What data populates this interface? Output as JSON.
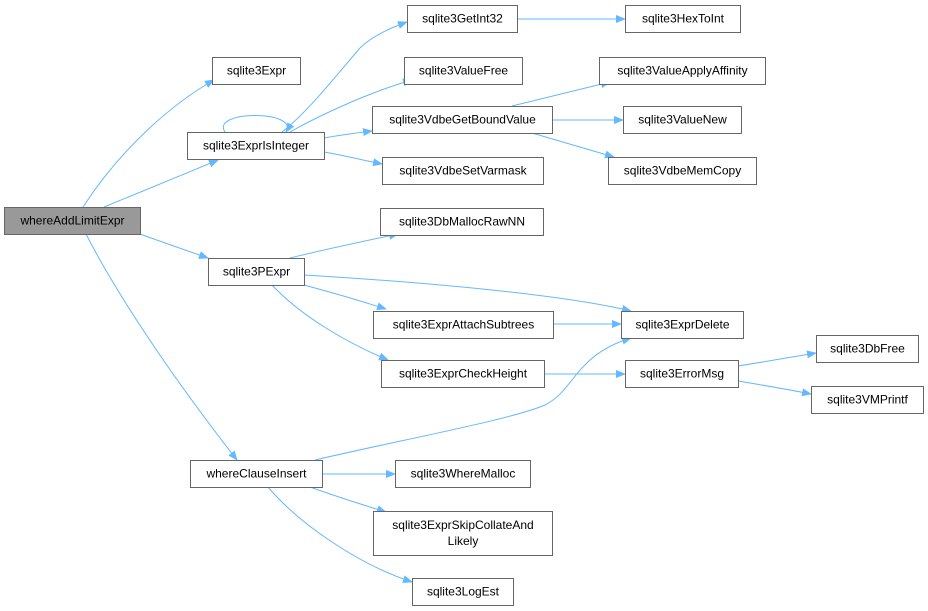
{
  "graph": {
    "colors": {
      "edge": "#63b8ff",
      "node_fill": "#ffffff",
      "node_border": "#666666",
      "root_fill": "#999999"
    },
    "nodes": [
      {
        "id": "whereAddLimitExpr",
        "lines": [
          "whereAddLimitExpr"
        ],
        "root": true
      },
      {
        "id": "sqlite3Expr",
        "lines": [
          "sqlite3Expr"
        ]
      },
      {
        "id": "sqlite3ExprIsInteger",
        "lines": [
          "sqlite3ExprIsInteger"
        ]
      },
      {
        "id": "sqlite3PExpr",
        "lines": [
          "sqlite3PExpr"
        ]
      },
      {
        "id": "whereClauseInsert",
        "lines": [
          "whereClauseInsert"
        ]
      },
      {
        "id": "sqlite3GetInt32",
        "lines": [
          "sqlite3GetInt32"
        ]
      },
      {
        "id": "sqlite3HexToInt",
        "lines": [
          "sqlite3HexToInt"
        ]
      },
      {
        "id": "sqlite3ValueFree",
        "lines": [
          "sqlite3ValueFree"
        ]
      },
      {
        "id": "sqlite3VdbeGetBoundValue",
        "lines": [
          "sqlite3VdbeGetBoundValue"
        ]
      },
      {
        "id": "sqlite3ValueApplyAffinity",
        "lines": [
          "sqlite3ValueApplyAffinity"
        ]
      },
      {
        "id": "sqlite3ValueNew",
        "lines": [
          "sqlite3ValueNew"
        ]
      },
      {
        "id": "sqlite3VdbeMemCopy",
        "lines": [
          "sqlite3VdbeMemCopy"
        ]
      },
      {
        "id": "sqlite3VdbeSetVarmask",
        "lines": [
          "sqlite3VdbeSetVarmask"
        ]
      },
      {
        "id": "sqlite3DbMallocRawNN",
        "lines": [
          "sqlite3DbMallocRawNN"
        ]
      },
      {
        "id": "sqlite3ExprDelete",
        "lines": [
          "sqlite3ExprDelete"
        ]
      },
      {
        "id": "sqlite3ExprAttachSubtrees",
        "lines": [
          "sqlite3ExprAttachSubtrees"
        ]
      },
      {
        "id": "sqlite3ExprCheckHeight",
        "lines": [
          "sqlite3ExprCheckHeight"
        ]
      },
      {
        "id": "sqlite3ErrorMsg",
        "lines": [
          "sqlite3ErrorMsg"
        ]
      },
      {
        "id": "sqlite3DbFree",
        "lines": [
          "sqlite3DbFree"
        ]
      },
      {
        "id": "sqlite3VMPrintf",
        "lines": [
          "sqlite3VMPrintf"
        ]
      },
      {
        "id": "sqlite3WhereMalloc",
        "lines": [
          "sqlite3WhereMalloc"
        ]
      },
      {
        "id": "sqlite3ExprSkipCollateAndLikely",
        "lines": [
          "sqlite3ExprSkipCollateAnd",
          "Likely"
        ]
      },
      {
        "id": "sqlite3LogEst",
        "lines": [
          "sqlite3LogEst"
        ]
      }
    ],
    "edges": [
      {
        "from": "whereAddLimitExpr",
        "to": "sqlite3Expr"
      },
      {
        "from": "whereAddLimitExpr",
        "to": "sqlite3ExprIsInteger"
      },
      {
        "from": "whereAddLimitExpr",
        "to": "sqlite3PExpr"
      },
      {
        "from": "whereAddLimitExpr",
        "to": "whereClauseInsert"
      },
      {
        "from": "sqlite3ExprIsInteger",
        "to": "sqlite3ExprIsInteger"
      },
      {
        "from": "sqlite3ExprIsInteger",
        "to": "sqlite3GetInt32"
      },
      {
        "from": "sqlite3ExprIsInteger",
        "to": "sqlite3ValueFree"
      },
      {
        "from": "sqlite3ExprIsInteger",
        "to": "sqlite3VdbeGetBoundValue"
      },
      {
        "from": "sqlite3ExprIsInteger",
        "to": "sqlite3VdbeSetVarmask"
      },
      {
        "from": "sqlite3GetInt32",
        "to": "sqlite3HexToInt"
      },
      {
        "from": "sqlite3VdbeGetBoundValue",
        "to": "sqlite3ValueApplyAffinity"
      },
      {
        "from": "sqlite3VdbeGetBoundValue",
        "to": "sqlite3ValueNew"
      },
      {
        "from": "sqlite3VdbeGetBoundValue",
        "to": "sqlite3VdbeMemCopy"
      },
      {
        "from": "sqlite3PExpr",
        "to": "sqlite3DbMallocRawNN"
      },
      {
        "from": "sqlite3PExpr",
        "to": "sqlite3ExprDelete"
      },
      {
        "from": "sqlite3PExpr",
        "to": "sqlite3ExprAttachSubtrees"
      },
      {
        "from": "sqlite3PExpr",
        "to": "sqlite3ExprCheckHeight"
      },
      {
        "from": "sqlite3ExprAttachSubtrees",
        "to": "sqlite3ExprDelete"
      },
      {
        "from": "sqlite3ExprCheckHeight",
        "to": "sqlite3ErrorMsg"
      },
      {
        "from": "sqlite3ErrorMsg",
        "to": "sqlite3DbFree"
      },
      {
        "from": "sqlite3ErrorMsg",
        "to": "sqlite3VMPrintf"
      },
      {
        "from": "whereClauseInsert",
        "to": "sqlite3ExprDelete"
      },
      {
        "from": "whereClauseInsert",
        "to": "sqlite3WhereMalloc"
      },
      {
        "from": "whereClauseInsert",
        "to": "sqlite3ExprSkipCollateAndLikely"
      },
      {
        "from": "whereClauseInsert",
        "to": "sqlite3LogEst"
      }
    ]
  }
}
